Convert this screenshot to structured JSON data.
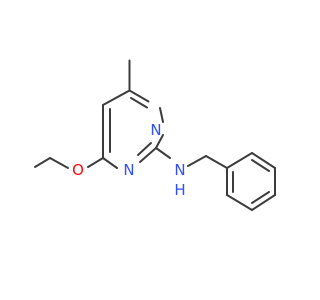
{
  "molecule": {
    "atoms": {
      "n_ring_top": {
        "label": "N"
      },
      "n_ring_bottom": {
        "label": "N"
      },
      "o_ether": {
        "label": "O"
      },
      "nh_amine": {
        "label": "N",
        "h_label": "H"
      }
    },
    "colors": {
      "bond": "#3c3c3c",
      "nitrogen": "#3050f8",
      "oxygen": "#ff0d0d"
    }
  }
}
